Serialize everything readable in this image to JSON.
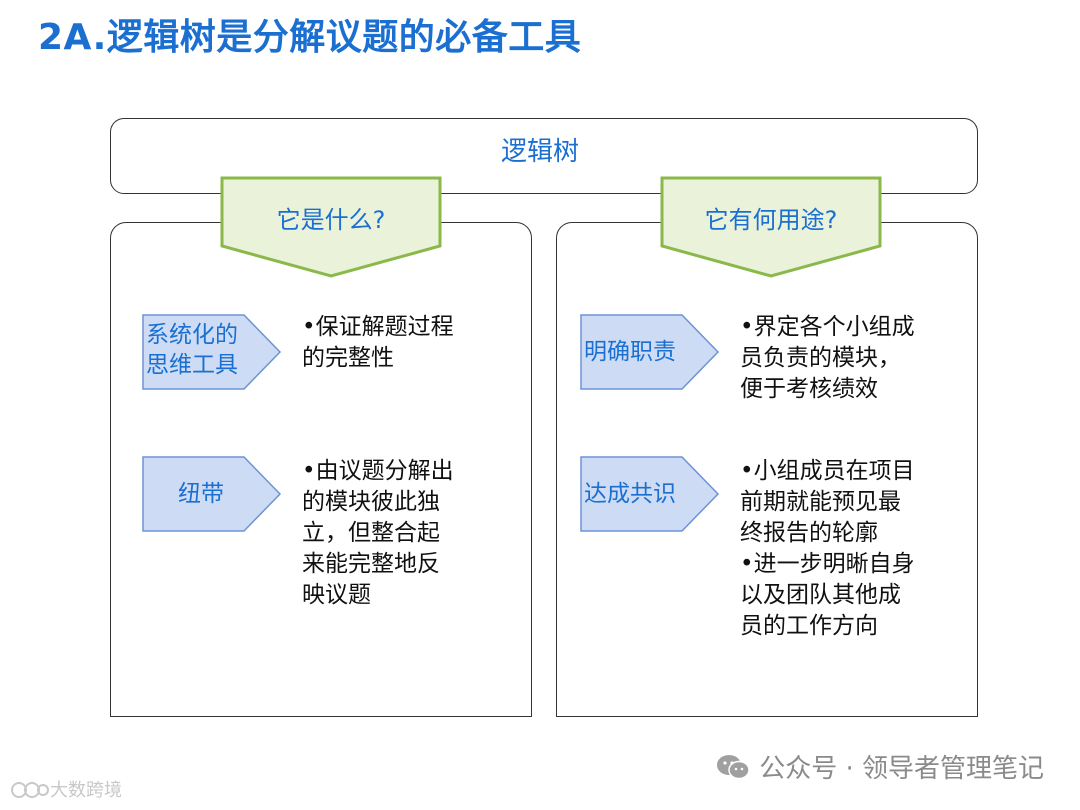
{
  "title": "2A.逻辑树是分解议题的必备工具",
  "root": {
    "label": "逻辑树"
  },
  "columns": [
    {
      "heading": "它是什么?",
      "rows": [
        {
          "tag_lines": [
            "系统化的",
            "思维工具"
          ],
          "desc": "•保证解题过程\n的完整性"
        },
        {
          "tag_lines": [
            "纽带"
          ],
          "desc": "•由议题分解出\n的模块彼此独\n立，但整合起\n来能完整地反\n映议题"
        }
      ]
    },
    {
      "heading": "它有何用途?",
      "rows": [
        {
          "tag_lines": [
            "明确职责"
          ],
          "desc": "•界定各个小组成\n员负责的模块，\n便于考核绩效"
        },
        {
          "tag_lines": [
            "达成共识"
          ],
          "desc": "•小组成员在项目\n前期就能预见最\n终报告的轮廓\n•进一步明晰自身\n以及团队其他成\n员的工作方向"
        }
      ]
    }
  ],
  "footer": "公众号 · 领导者管理笔记",
  "watermark": "大数跨境",
  "colors": {
    "title": "#1a6fd1",
    "pentagon_fill": "#eaf2d9",
    "pentagon_border": "#8ab84a",
    "tag_fill": "#cddcf4",
    "tag_border": "#6c93d6"
  }
}
